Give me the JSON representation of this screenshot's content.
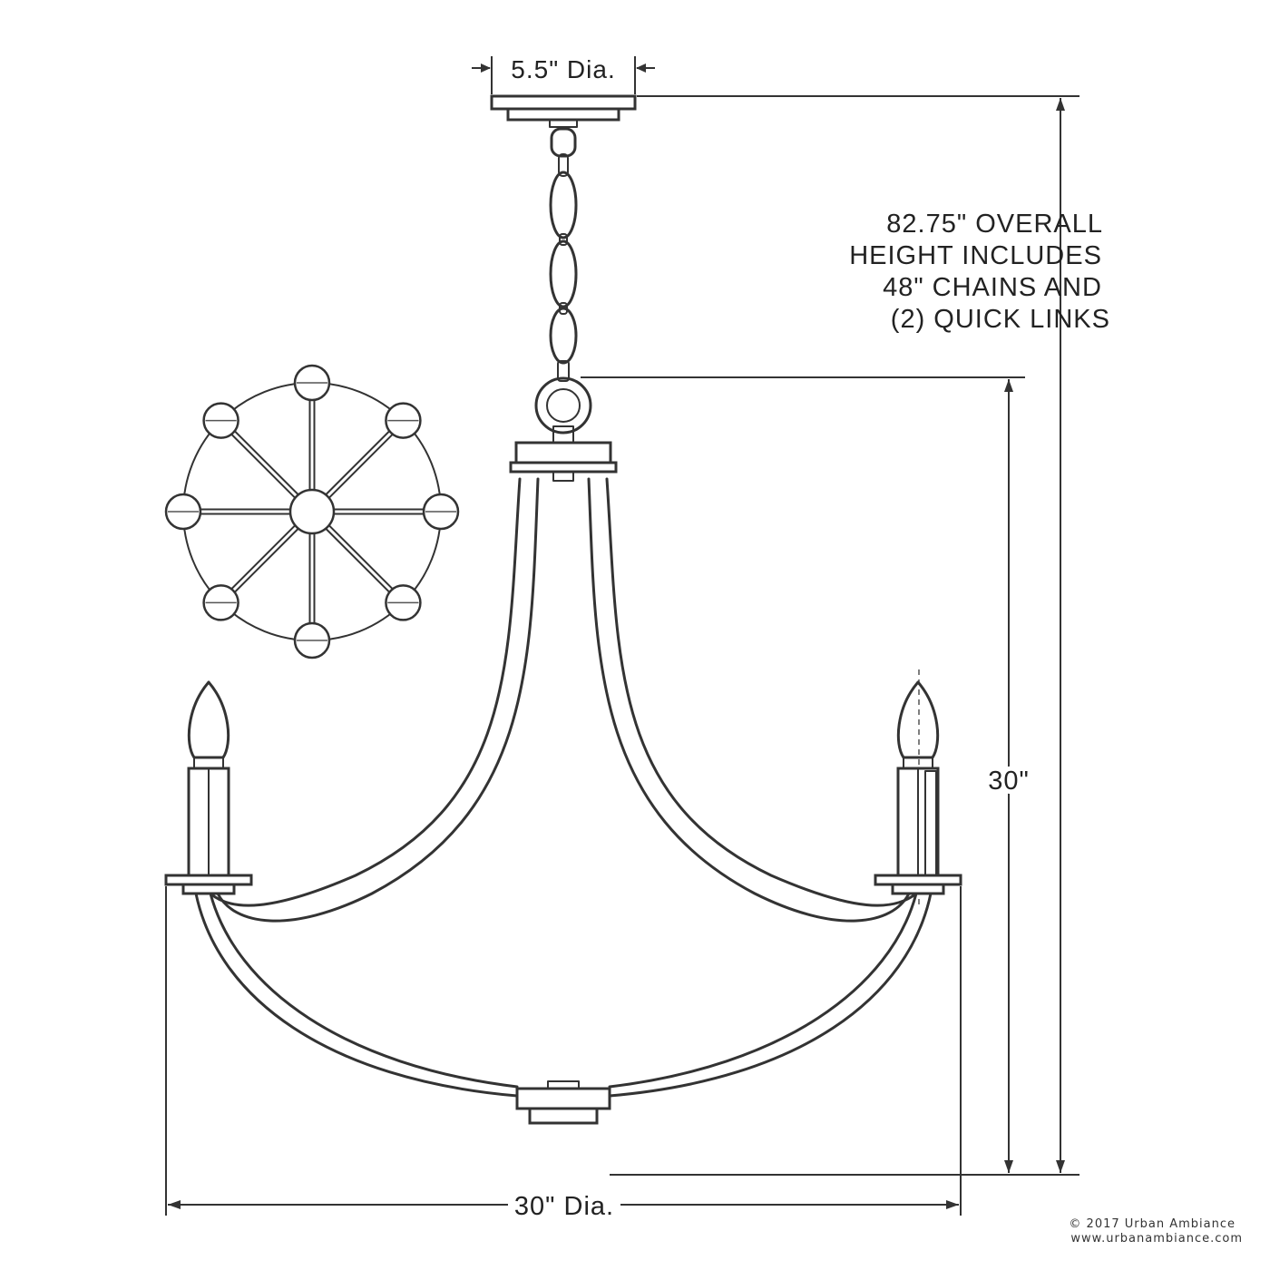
{
  "dimensions": {
    "canopy_diameter": "5.5\" Dia.",
    "overall_height_lines": [
      "82.75\" OVERALL",
      "HEIGHT INCLUDES",
      "48\" CHAINS AND",
      "(2) QUICK LINKS"
    ],
    "body_height": "30\"",
    "body_diameter": "30\" Dia."
  },
  "footer": {
    "copyright": "© 2017 Urban Ambiance",
    "website": "www.urbanambiance.com"
  },
  "top_view": {
    "arm_count": 8
  }
}
